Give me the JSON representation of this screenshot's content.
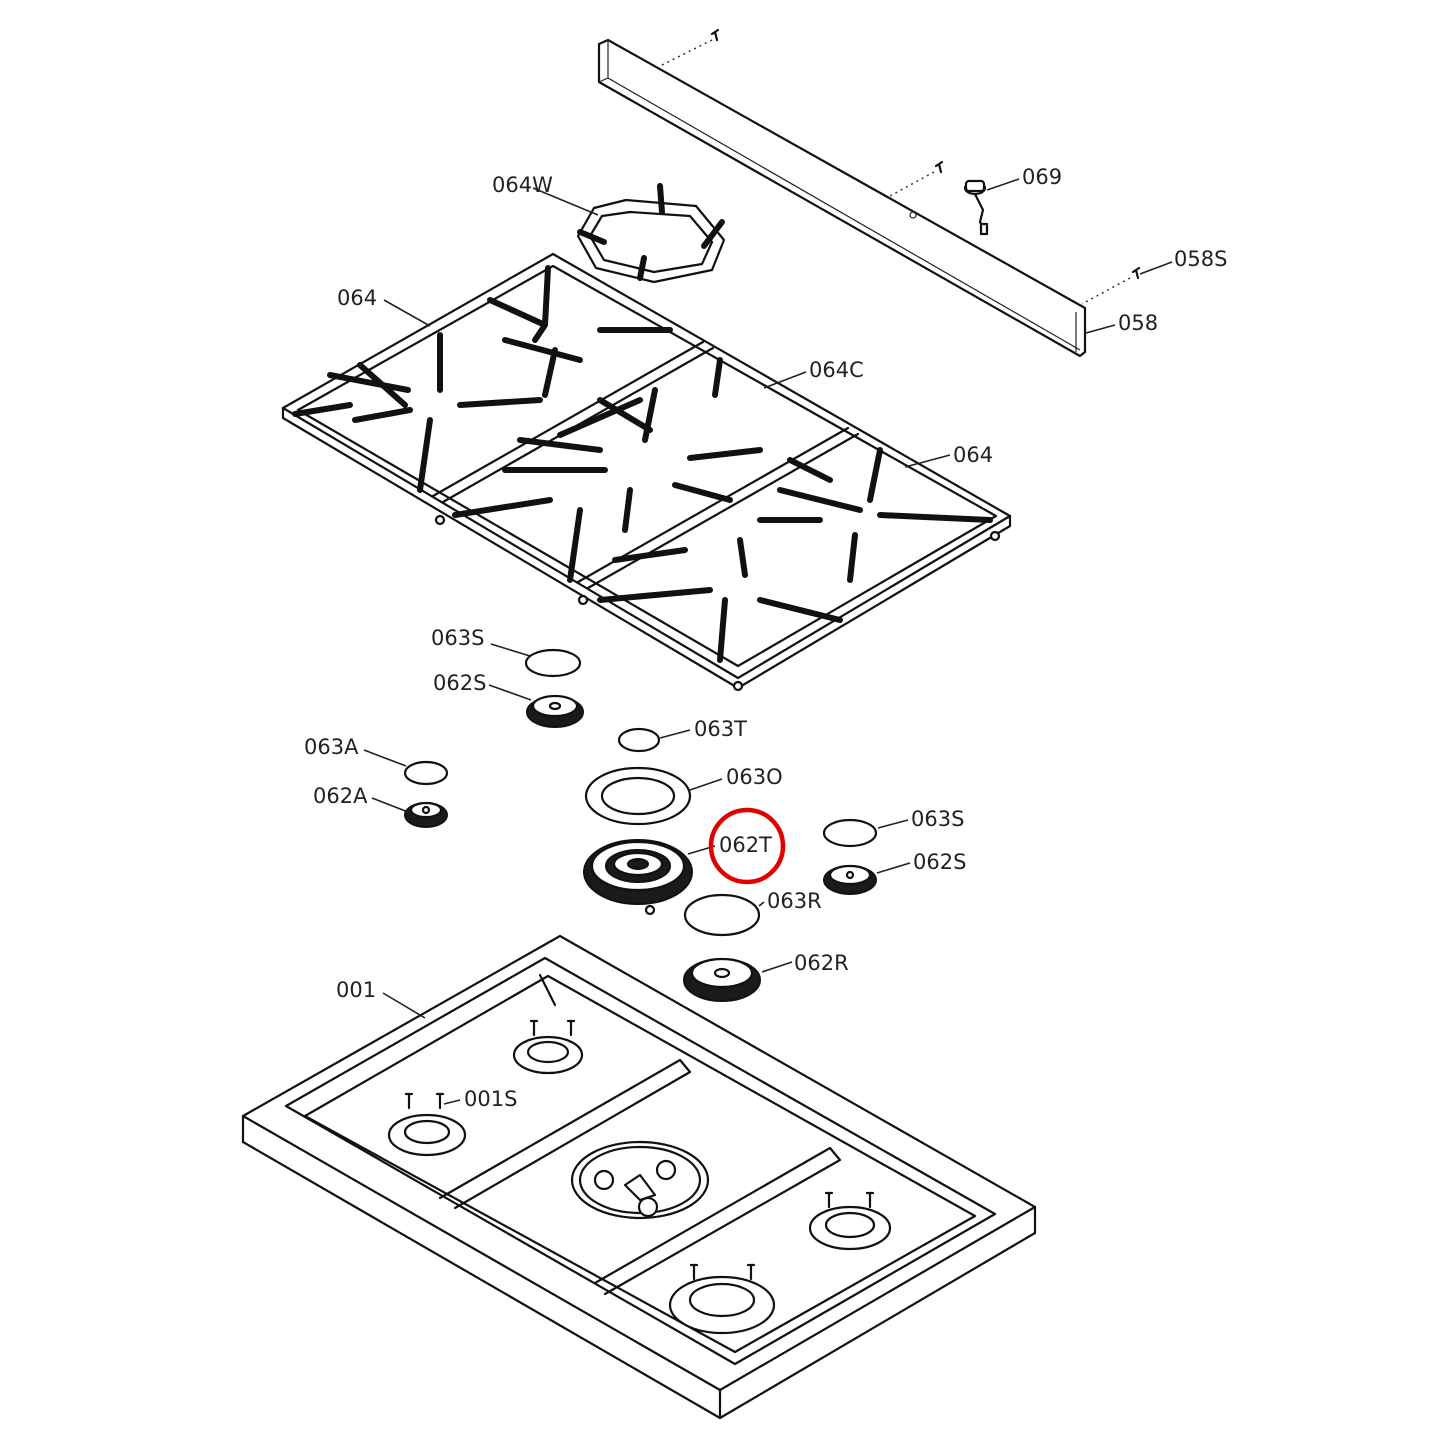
{
  "labels": {
    "l_069": "069",
    "l_058s": "058S",
    "l_058": "058",
    "l_064w": "064W",
    "l_064_top": "064",
    "l_064c": "064C",
    "l_064_right": "064",
    "l_063s_left": "063S",
    "l_062s_left": "062S",
    "l_063t": "063T",
    "l_063a": "063A",
    "l_063o": "063O",
    "l_062a": "062A",
    "l_063s_right": "063S",
    "l_062t": "062T",
    "l_062s_right": "062S",
    "l_063r": "063R",
    "l_062r": "062R",
    "l_001": "001",
    "l_001s": "001S"
  },
  "highlight": {
    "target": "062T",
    "color": "#e00000"
  },
  "colors": {
    "line": "#111111",
    "background": "#ffffff"
  }
}
